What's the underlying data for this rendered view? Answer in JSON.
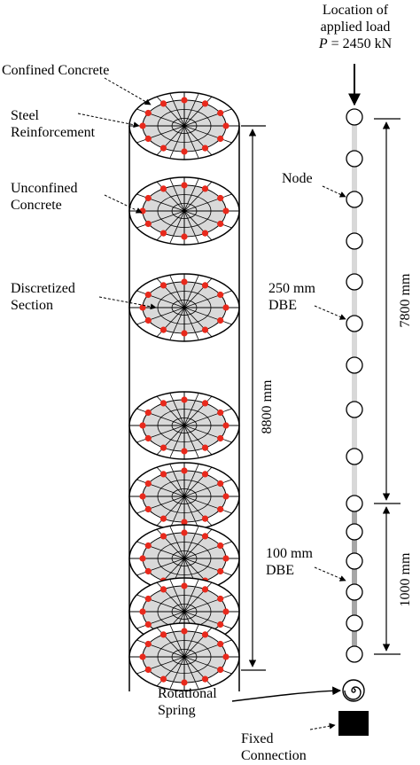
{
  "labels": {
    "load_line1": "Location of",
    "load_line2": "applied load",
    "load_line3_var": "P",
    "load_line3_rest": " = 2450 kN",
    "confined": "Confined Concrete",
    "steel_line1": "Steel",
    "steel_line2": "Reinforcement",
    "unconfined_line1": "Unconfined",
    "unconfined_line2": "Concrete",
    "discretized_line1": "Discretized",
    "discretized_line2": "Section",
    "node": "Node",
    "dbe250_line1": "250 mm",
    "dbe250_line2": "DBE",
    "dbe100_line1": "100 mm",
    "dbe100_line2": "DBE",
    "rotational_line1": "Rotational",
    "rotational_line2": "Spring",
    "fixed_line1": "Fixed",
    "fixed_line2": "Connection",
    "dim_total": "8800 mm",
    "dim_upper": "7800 mm",
    "dim_lower": "1000 mm"
  },
  "colors": {
    "line": "#000000",
    "section_fill": "#d9d9d9",
    "rebar": "#e8291c",
    "upper_member": "#d8d8d8",
    "lower_member": "#a6a6a6",
    "fixed_block": "#000000"
  },
  "icons": {
    "section": "discretized-circular-section",
    "node": "node-circle",
    "spring": "rotational-spring-icon",
    "support": "fixed-support-icon"
  }
}
